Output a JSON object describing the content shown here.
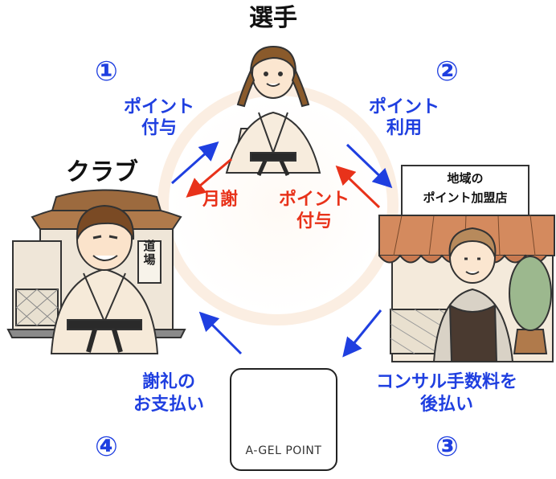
{
  "nodes": {
    "player": "選手",
    "club": "クラブ",
    "store_sign": [
      "地域の",
      "ポイント加盟店"
    ],
    "store_banner": "道場",
    "logo": "A-GEL POINT"
  },
  "steps": {
    "s1": {
      "number": "①",
      "label": [
        "ポイント",
        "付与"
      ]
    },
    "s2": {
      "number": "②",
      "label": [
        "ポイント",
        "利用"
      ]
    },
    "s3": {
      "number": "③",
      "label": [
        "コンサル手数料を",
        "後払い"
      ]
    },
    "s4": {
      "number": "④",
      "label": [
        "謝礼の",
        "お支払い"
      ]
    }
  },
  "red_labels": {
    "fee": "月謝",
    "points": [
      "ポイント",
      "付与"
    ]
  },
  "colors": {
    "blue": "#1f3fe0",
    "red": "#e8321a",
    "logo_pink": "#e0407f"
  }
}
